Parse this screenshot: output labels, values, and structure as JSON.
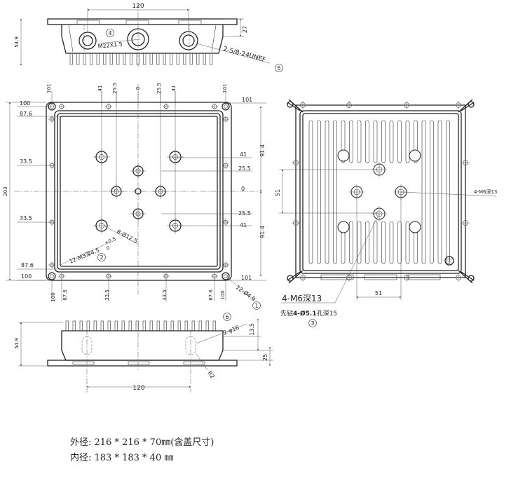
{
  "top_view": {
    "dim_width": "120",
    "dim_height": "27",
    "dim_side": "54.9",
    "label_thread": "M22X1.5",
    "label_unef": "2-5/8-24UNEF",
    "balloon_4": "4",
    "balloon_5": "5"
  },
  "front_view": {
    "left_dims": [
      "100",
      "87.6",
      "33.5",
      "33.5",
      "87.6",
      "100"
    ],
    "left_total": "203",
    "top_dims": [
      "101",
      "41",
      "25.5",
      "0",
      "25.5",
      "41",
      "101"
    ],
    "right_dims": [
      "101",
      "41",
      "25.5",
      "0",
      "25.5",
      "41",
      "101"
    ],
    "right_vdims": [
      "91.4",
      "91.4"
    ],
    "bottom_dims": [
      "100",
      "87.6",
      "33.5",
      "33.5",
      "87.6",
      "100"
    ],
    "label_m3": "12-M3深4.5",
    "label_m3_tol_top": "+0.5",
    "label_m3_tol_bottom": "0",
    "label_hole": "8-Ø12.5",
    "label_corner": "12-Ø4.9",
    "balloon_1": "1",
    "balloon_2": "2"
  },
  "right_view": {
    "dim_51_side": "51",
    "dim_51_bottom": "51",
    "label_m6_small": "4-M6深13",
    "label_m6": "4-M6深13",
    "label_drill_prefix": "先钻",
    "label_drill": "4-Ø5.1",
    "label_drill_suffix": "孔深15",
    "balloon_3": "3"
  },
  "bottom_view": {
    "dim_width": "120",
    "dim_side": "54.9",
    "dim_135": "13.5",
    "dim_25": "25",
    "label_phi16": "2-φ16",
    "label_r2": "R2",
    "balloon_6": "6"
  },
  "notes": {
    "outer": "外径: 216 * 216 * 70㎜(含盖尺寸)",
    "inner": "内径: 183 * 183 * 40 ㎜"
  }
}
